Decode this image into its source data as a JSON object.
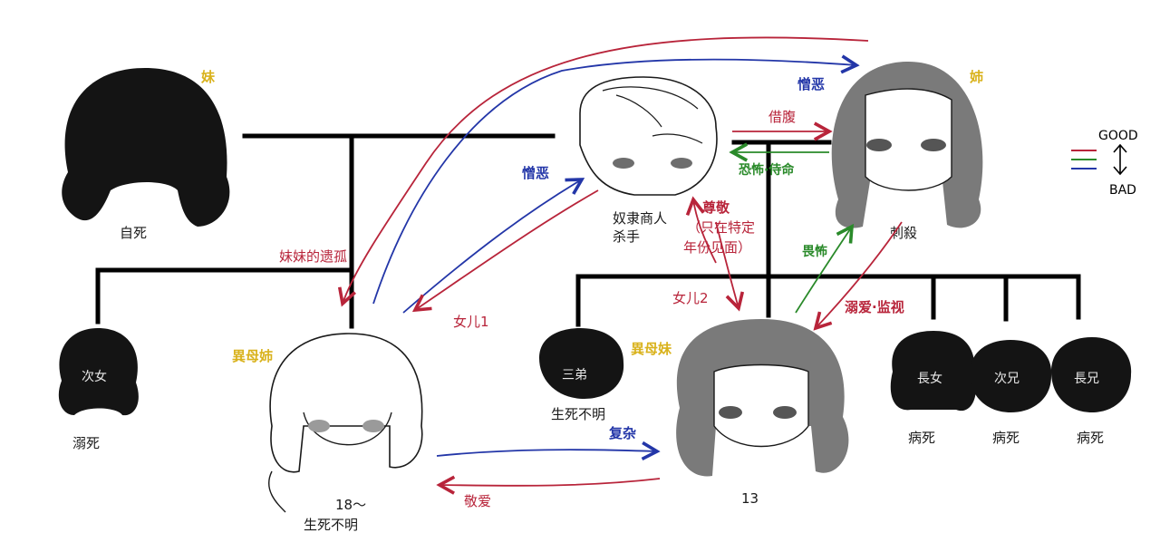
{
  "colors": {
    "love": "#b8243a",
    "hate": "#2336a8",
    "neutral": "#2a8a2a",
    "sibling": "#d9b21c",
    "hair_dark": "#141414",
    "hair_gray": "#7a7a7a"
  },
  "people": {
    "aunt": {
      "role": "妹",
      "fate": "自死"
    },
    "father": {
      "line1": "奴隶商人",
      "line2": "杀手"
    },
    "mother": {
      "role": "姉",
      "fate": "刺殺"
    },
    "cousin_girl": {
      "name": "次女",
      "fate": "溺死"
    },
    "half_sister": {
      "role": "異母姉",
      "age": "18～",
      "fate": "生死不明"
    },
    "third_brother": {
      "name": "三弟",
      "fate": "生死不明"
    },
    "protagonist": {
      "role": "異母妹",
      "age": "13"
    },
    "eldest_daughter": {
      "name": "長女",
      "fate": "病死"
    },
    "second_son": {
      "name": "次兄",
      "fate": "病死"
    },
    "eldest_son": {
      "name": "長兄",
      "fate": "病死"
    }
  },
  "relations": {
    "orphan": "妹妹的遗孤",
    "hate_left": "憎恶",
    "hate_top": "憎恶",
    "borrow_belly": "借腹",
    "fear_obey": "恐怖·侍命",
    "daughter1": "女儿1",
    "daughter2": "女儿2",
    "respect": "尊敬",
    "respect_note1": "（只在特定",
    "respect_note2": "年份见面）",
    "fear_mother": "畏怖",
    "doting": "溺爱·监视",
    "complex": "复杂",
    "love": "敬爱"
  },
  "legend": {
    "good": "GOOD",
    "bad": "BAD"
  }
}
